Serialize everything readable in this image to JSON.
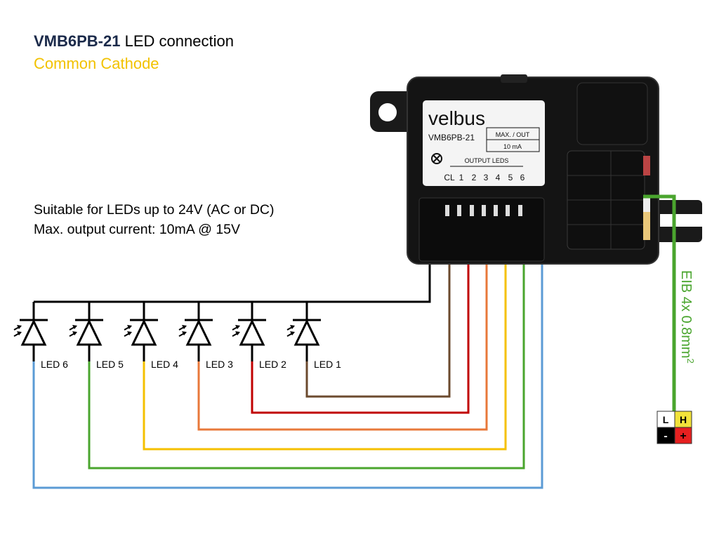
{
  "title": {
    "model": "VMB6PB-21",
    "text": "LED connection"
  },
  "subtitle": "Common Cathode",
  "notes": [
    "Suitable for LEDs up to 24V (AC or DC)",
    "Max. output current: 10mA @ 15V"
  ],
  "device": {
    "brand": "velbus",
    "model": "VMB6PB-21",
    "max_out_label": "MAX. / OUT",
    "max_out_value": "10 mA",
    "outputs_label": "OUTPUT LEDS",
    "pins": [
      "CL",
      "1",
      "2",
      "3",
      "4",
      "5",
      "6"
    ]
  },
  "leds": [
    {
      "label": "LED 1",
      "color": "#6b4a2e"
    },
    {
      "label": "LED 2",
      "color": "#c00000"
    },
    {
      "label": "LED 3",
      "color": "#e8783a"
    },
    {
      "label": "LED 4",
      "color": "#f5c000"
    },
    {
      "label": "LED 5",
      "color": "#4aa52e"
    },
    {
      "label": "LED 6",
      "color": "#5b9bd5"
    }
  ],
  "bus_cable": {
    "label": "EIB 4x 0.8mm",
    "superscript": "2",
    "color": "#4aa52e"
  },
  "connector": {
    "cells": [
      "L",
      "H",
      "-",
      "+"
    ]
  }
}
